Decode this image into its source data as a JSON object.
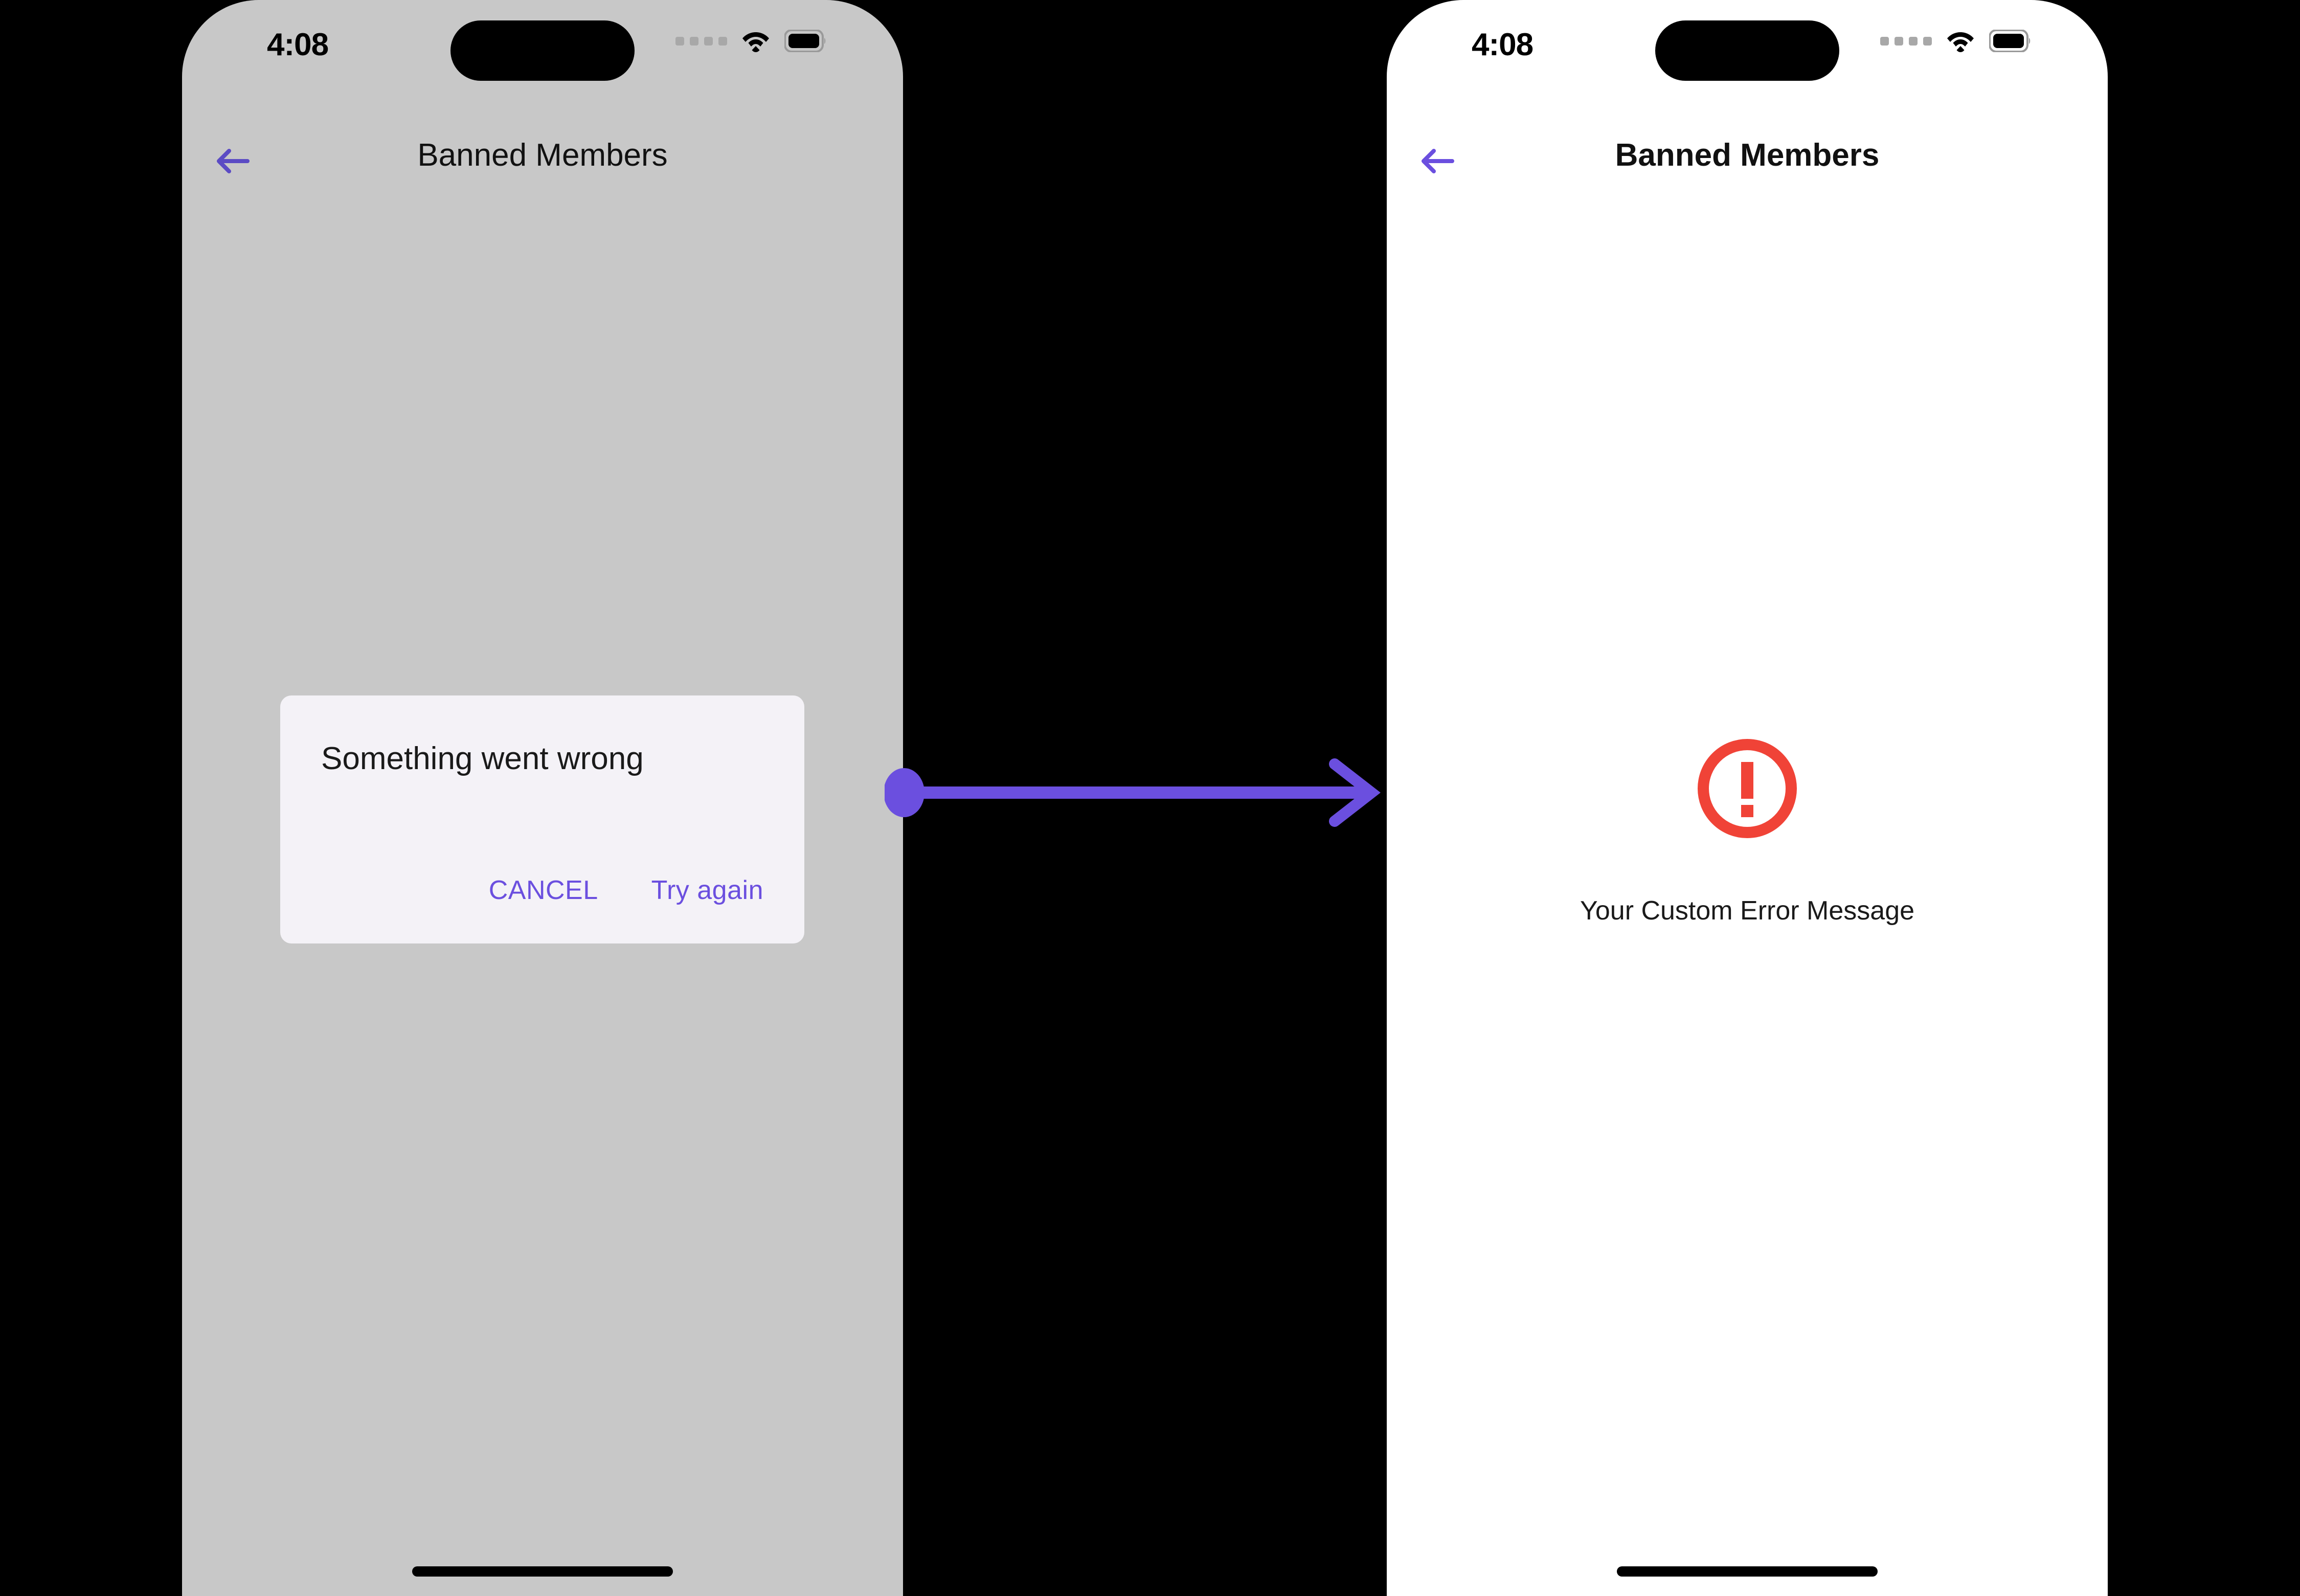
{
  "theme": {
    "accent_purple": "#6B4FDF",
    "error_red": "#F04337",
    "scrim_gray": "#C8C8C8",
    "dialog_bg": "#F4F2F7",
    "screen_white": "#FFFFFF"
  },
  "phones": [
    {
      "id": "before",
      "status_bar": {
        "time": "4:08",
        "cellular_icon": "cellular-dots-icon",
        "wifi_icon": "wifi-icon",
        "battery_icon": "battery-icon",
        "notch": "dynamic-island"
      },
      "header": {
        "back_icon": "back-arrow-icon",
        "title": "Banned Members"
      },
      "dialog": {
        "title": "Something went wrong",
        "cancel_label": "CANCEL",
        "retry_label": "Try again"
      },
      "home_indicator": "home-indicator"
    },
    {
      "id": "after",
      "status_bar": {
        "time": "4:08",
        "cellular_icon": "cellular-dots-icon",
        "wifi_icon": "wifi-icon",
        "battery_icon": "battery-icon",
        "notch": "dynamic-island"
      },
      "header": {
        "back_icon": "back-arrow-icon",
        "title": "Banned Members"
      },
      "error_state": {
        "icon": "error-exclamation-circle-icon",
        "message": "Your Custom Error Message"
      },
      "home_indicator": "home-indicator"
    }
  ],
  "connector": {
    "icon": "flow-arrow-icon",
    "direction": "left-to-right"
  }
}
